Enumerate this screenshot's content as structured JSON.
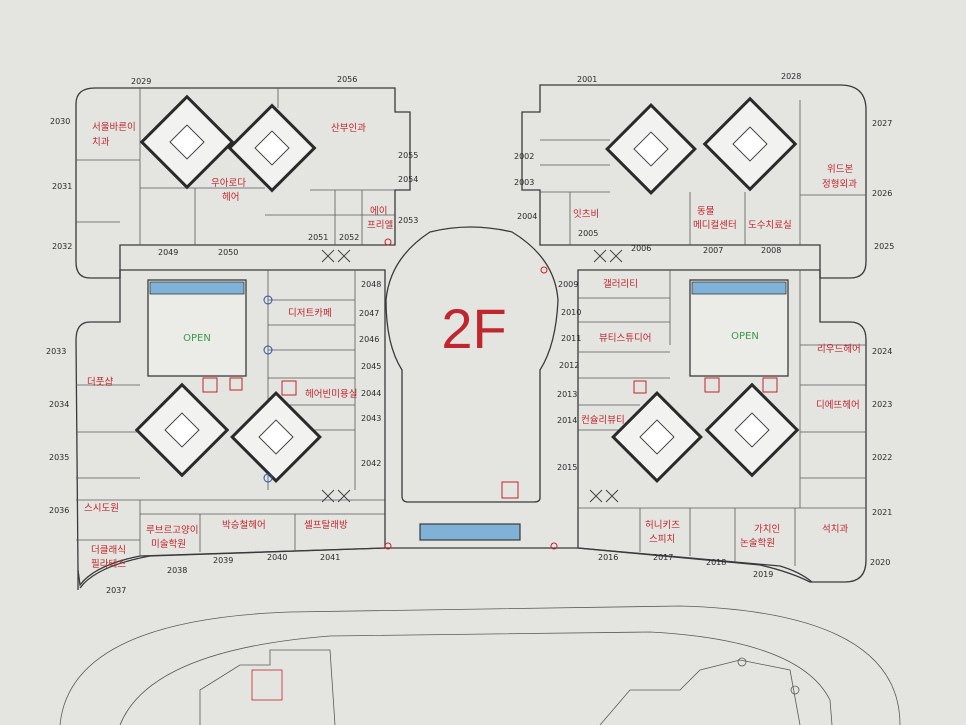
{
  "floor_label": "2F",
  "unit_numbers": {
    "u2029": "2029",
    "u2056": "2056",
    "u2001": "2001",
    "u2028": "2028",
    "u2030": "2030",
    "u2031": "2031",
    "u2032": "2032",
    "u2055": "2055",
    "u2054": "2054",
    "u2053": "2053",
    "u2049": "2049",
    "u2050": "2050",
    "u2051": "2051",
    "u2052": "2052",
    "u2002": "2002",
    "u2003": "2003",
    "u2004": "2004",
    "u2005": "2005",
    "u2006": "2006",
    "u2007": "2007",
    "u2008": "2008",
    "u2027": "2027",
    "u2026": "2026",
    "u2025": "2025",
    "u2048": "2048",
    "u2047": "2047",
    "u2046": "2046",
    "u2045": "2045",
    "u2044": "2044",
    "u2043": "2043",
    "u2042": "2042",
    "u2009": "2009",
    "u2010": "2010",
    "u2011": "2011",
    "u2012": "2012",
    "u2013": "2013",
    "u2014": "2014",
    "u2015": "2015",
    "u2033": "2033",
    "u2034": "2034",
    "u2035": "2035",
    "u2036": "2036",
    "u2024": "2024",
    "u2023": "2023",
    "u2022": "2022",
    "u2021": "2021",
    "u2020": "2020",
    "u2037": "2037",
    "u2038": "2038",
    "u2039": "2039",
    "u2040": "2040",
    "u2041": "2041",
    "u2016": "2016",
    "u2017": "2017",
    "u2018": "2018",
    "u2019": "2019"
  },
  "stores": {
    "seoul_dental_1": "서울바른이",
    "seoul_dental_2": "치과",
    "sanbu": "산부인과",
    "uarode_1": "우아로다",
    "uarode_2": "헤어",
    "ei_1": "에이",
    "ei_2": "프리엘",
    "itchubi": "잇츠비",
    "dongmul_1": "동물",
    "dongmul_2": "메디컬센터",
    "dosu": "도수치료실",
    "widbon_1": "위드본",
    "widbon_2": "정형외과",
    "dijeoteu": "디저트카페",
    "hair_beauty": "헤어빈미용실",
    "gallery": "갤러리티",
    "beauty_studio": "뷰티스튜디어",
    "consul_beauty": "컨슐리뷰티",
    "riwood": "리우드헤어",
    "diect": "디에뜨헤어",
    "deosop": "더풋샵",
    "seusi": "스시도원",
    "pilates_1": "더클래식",
    "pilates_2": "필라테스",
    "art_1": "루브르고양이",
    "art_2": "미술학원",
    "bakseung": "박승철헤어",
    "self_photo": "셀프탈래방",
    "honey_1": "허니키즈",
    "honey_2": "스피치",
    "gachi_1": "가치인",
    "gachi_2": "논술학원",
    "seokchi": "석치과"
  },
  "open_left": "OPEN",
  "open_right": "OPEN",
  "colors": {
    "store_text": "#c0262d",
    "open_text": "#3c9a4a",
    "escalator": "#7fb2d6",
    "wall": "#3a3a3a"
  }
}
